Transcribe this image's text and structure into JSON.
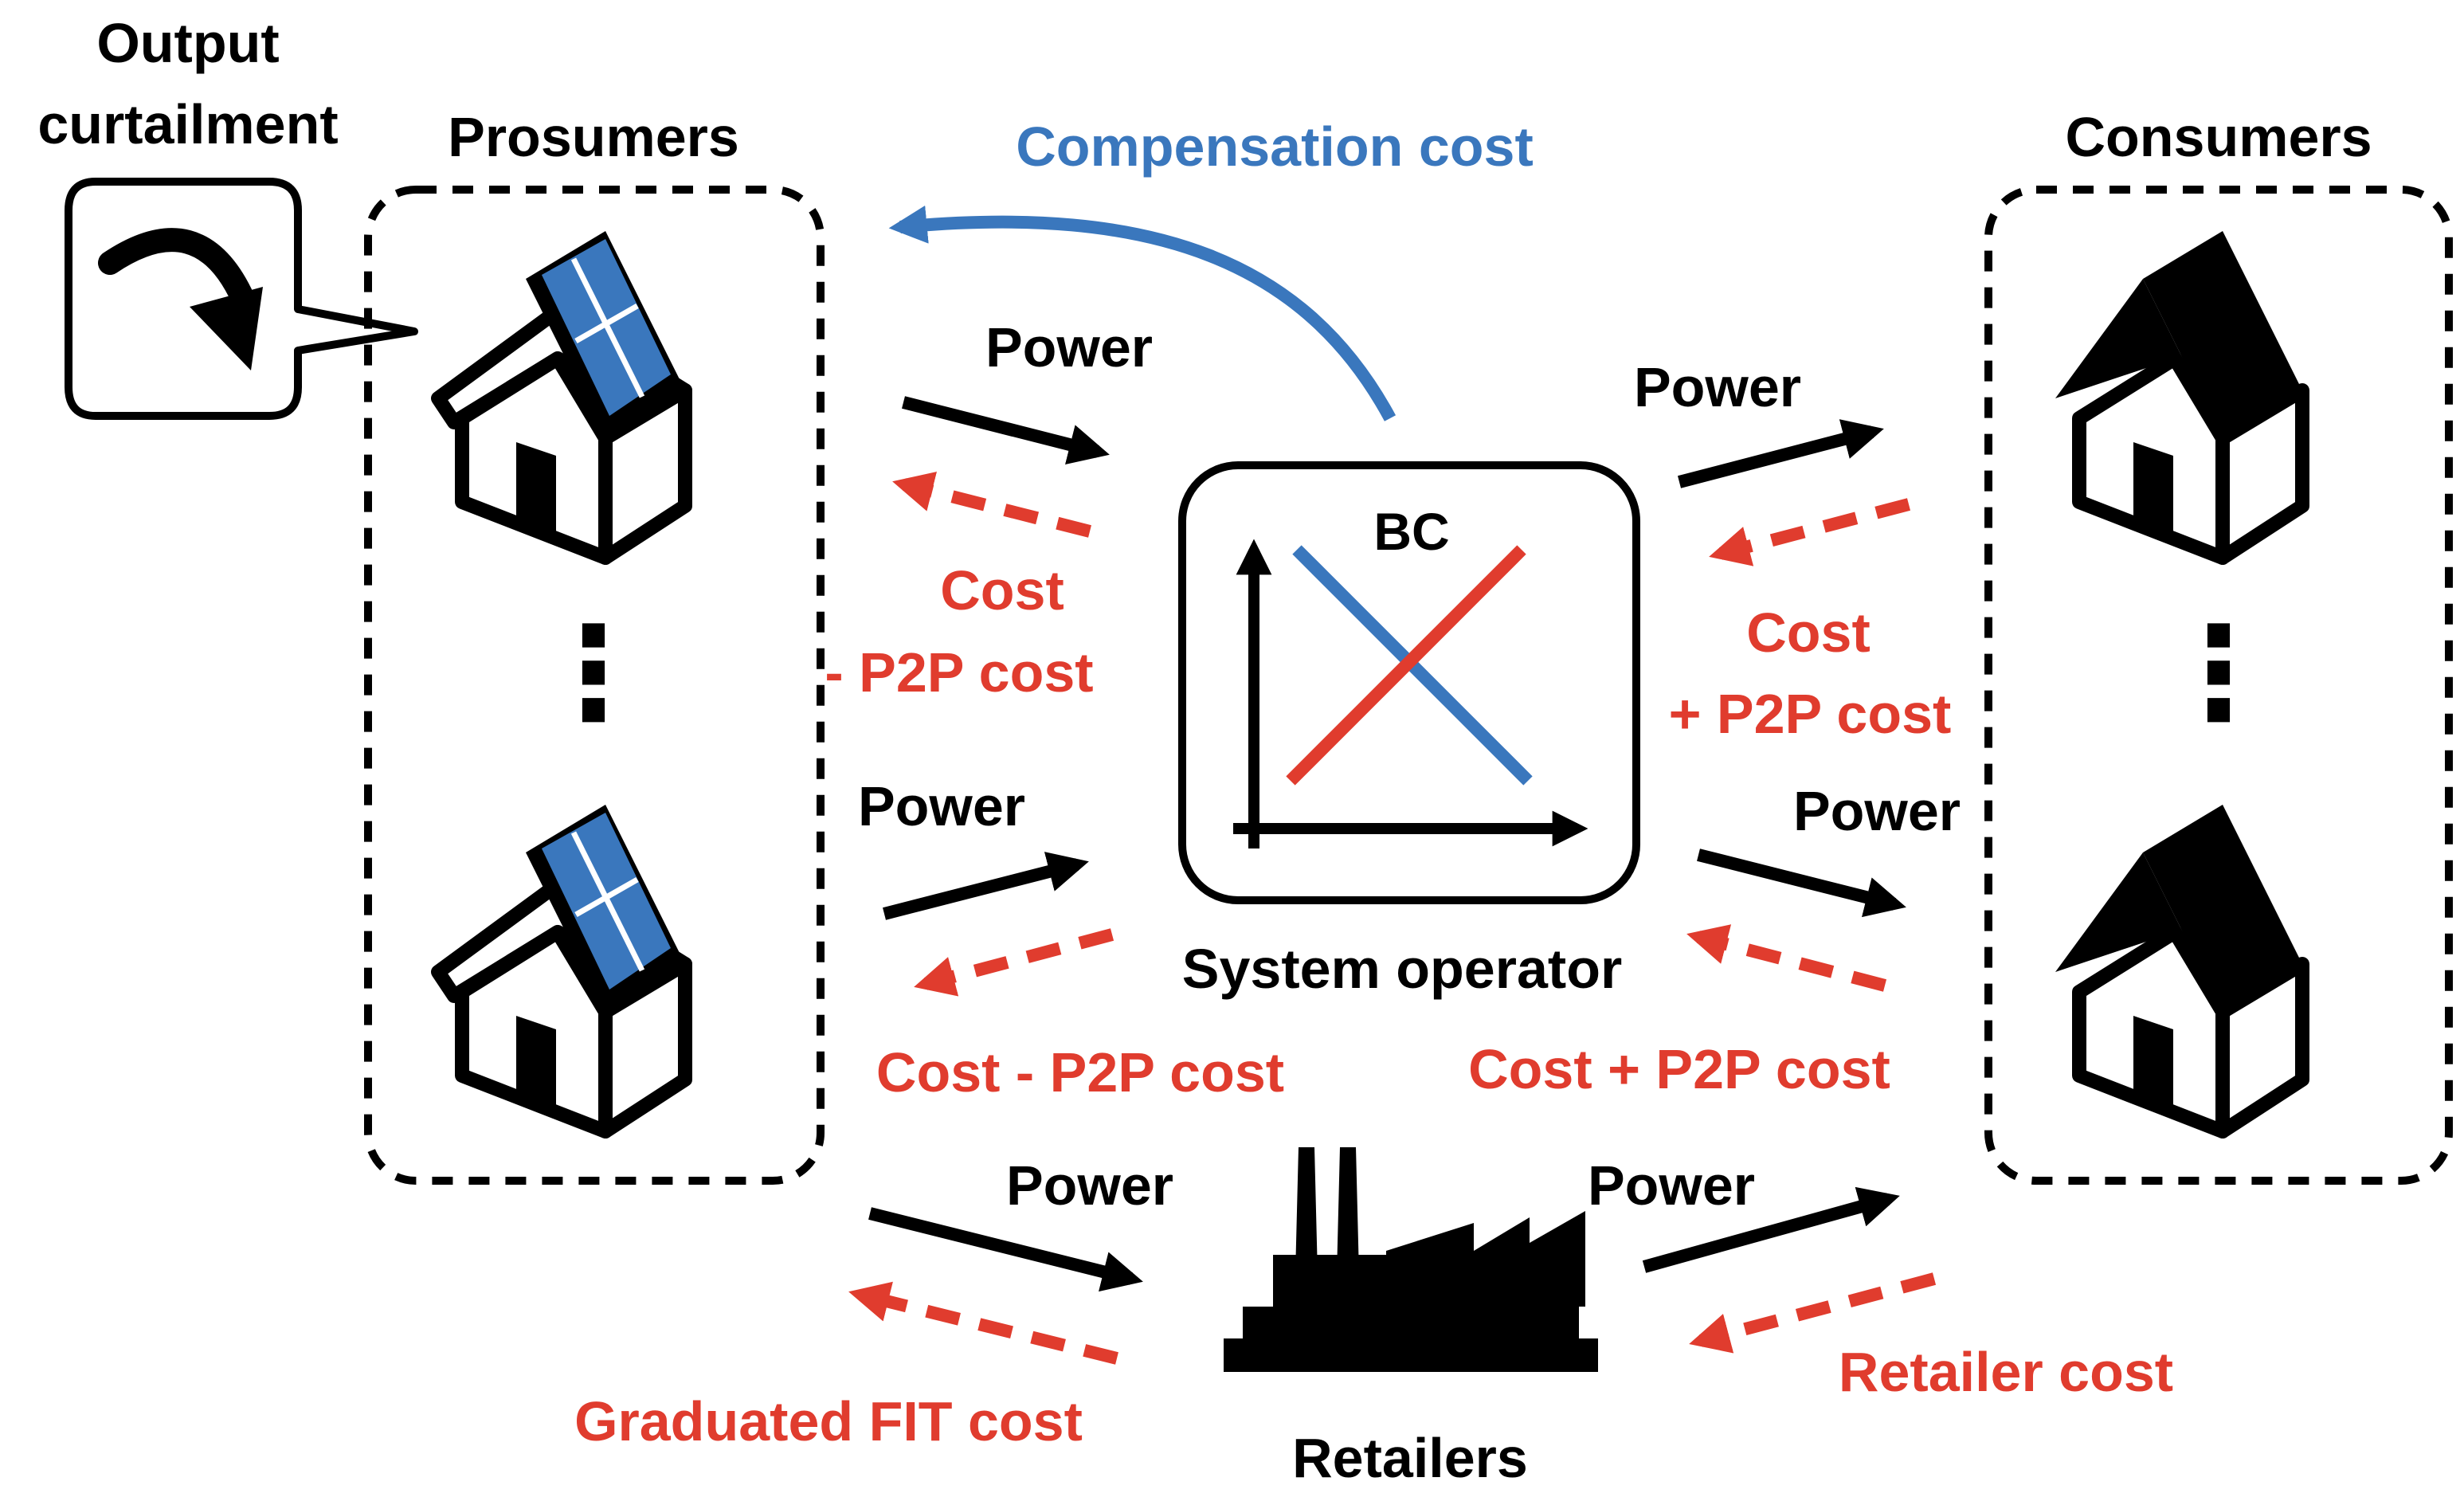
{
  "labels": {
    "output_curtailment_line1": "Output",
    "output_curtailment_line2": "curtailment",
    "prosumers": "Prosumers",
    "consumers": "Consumers",
    "compensation_cost": "Compensation cost",
    "bc": "BC",
    "system_operator": "System operator",
    "retailers": "Retailers",
    "power_top_left": "Power",
    "power_mid_left": "Power",
    "power_bottom_left": "Power",
    "power_top_right": "Power",
    "power_mid_right": "Power",
    "power_bottom_right": "Power",
    "cost_top_left_line1": "Cost",
    "cost_top_left_line2": "- P2P cost",
    "cost_mid_left": "Cost - P2P cost",
    "cost_top_right_line1": "Cost",
    "cost_top_right_line2": "+ P2P cost",
    "cost_mid_right": "Cost + P2P cost",
    "graduated_fit_cost": "Graduated FIT cost",
    "retailer_cost": "Retailer cost",
    "ellipsis_left": "⋮",
    "ellipsis_right": "⋮"
  },
  "colors": {
    "power_flow": "#000000",
    "cost_flow": "#e03c2e",
    "compensation_flow": "#3a77bd",
    "solar_panel": "#3a77bd",
    "bc_demand_line": "#3a77bd",
    "bc_supply_line": "#e03c2e"
  },
  "icons": {
    "curtailment": "curved-arrow-icon",
    "prosumer": "solar-house-icon",
    "consumer": "house-icon",
    "system_operator": "chart-icon",
    "retailer": "factory-icon"
  }
}
